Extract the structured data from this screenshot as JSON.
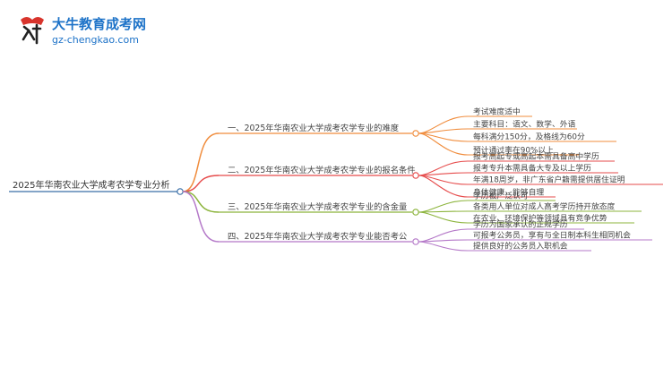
{
  "logo": {
    "name": "大牛教育成考网",
    "url": "gz-chengkao.com"
  },
  "mindmap": {
    "root": "2025年华南农业大学成考农学专业分析",
    "branches": [
      {
        "title": "一、2025年华南农业大学成考农学专业的难度",
        "color": "#f08c3c",
        "leaves": [
          "考试难度适中",
          "主要科目：语文、数学、外语",
          "每科满分150分，及格线为60分",
          "预计通过率在90%以上"
        ]
      },
      {
        "title": "二、2025年华南农业大学成考农学专业的报名条件",
        "color": "#e64b4b",
        "leaves": [
          "报考高起专或高起本需具备高中学历",
          "报考专升本需具备大专及以上学历",
          "年满18周岁，非广东省户籍需提供居住证明",
          "身体健康，能够自理"
        ]
      },
      {
        "title": "三、2025年华南农业大学成考农学专业的含金量",
        "color": "#8cb43c",
        "leaves": [
          "学历被广泛认可",
          "各类用人单位对成人高考学历持开放态度",
          "在农业、环境保护等领域具有竞争优势"
        ]
      },
      {
        "title": "四、2025年华南农业大学成考农学专业能否考公",
        "color": "#b478c8",
        "leaves": [
          "学历为国家承认的正规学历",
          "可报考公务员，享有与全日制本科生相同机会",
          "提供良好的公务员入职机会"
        ]
      }
    ]
  }
}
